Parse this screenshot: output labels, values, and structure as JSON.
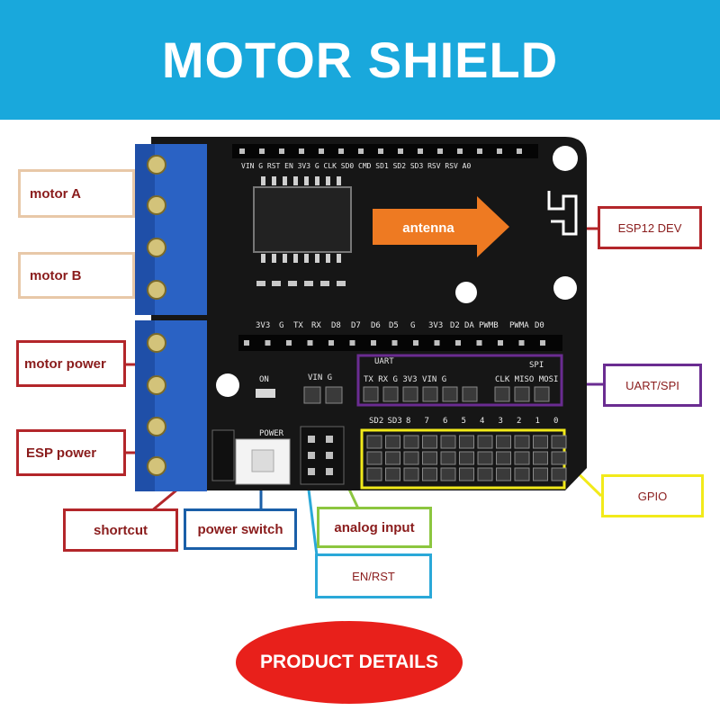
{
  "title": "MOTOR SHIELD",
  "labels": {
    "motor_a": "motor A",
    "motor_b": "motor B",
    "motor_power": "motor power",
    "esp_power": "ESP power",
    "shortcut": "shortcut",
    "power_switch": "power switch",
    "analog_input": "analog input",
    "en_rst": "EN/RST",
    "esp12_dev": "ESP12 DEV",
    "uart_spi": "UART/SPI",
    "gpio": "GPIO"
  },
  "board": {
    "antenna_label": "antenna",
    "top_header": "VIN G RST EN 3V3 G CLK SD0 CMD SD1 SD2 SD3 RSV RSV A0",
    "mid_header": [
      "3V3",
      "G",
      "TX",
      "RX",
      "D8",
      "D7",
      "D6",
      "D5",
      "G",
      "3V3",
      "D2",
      "DA",
      "PWMB",
      "PWMA",
      "D0"
    ],
    "on_label": "ON",
    "vin_g": "VIN  G",
    "uart_group": "UART",
    "spi_group": "SPI",
    "uart_pins": "TX RX G 3V3 VIN G",
    "spi_pins": "CLK MISO MOSI",
    "power_label": "POWER",
    "gpio_pins": [
      "SD2",
      "SD3",
      "8",
      "7",
      "6",
      "5",
      "4",
      "3",
      "2",
      "1",
      "0"
    ]
  },
  "footer": {
    "button": "PRODUCT DETAILS"
  },
  "colors": {
    "banner": "#19a8dc",
    "motor_border": "#e8c8a8",
    "power_border": "#b3262a",
    "switch_border": "#1a5fa8",
    "analog_border": "#8cc63f",
    "enrst_border": "#2aa8d8",
    "uart_border": "#6a2c91",
    "gpio_border": "#f2ea1a",
    "pill": "#e8201b"
  }
}
